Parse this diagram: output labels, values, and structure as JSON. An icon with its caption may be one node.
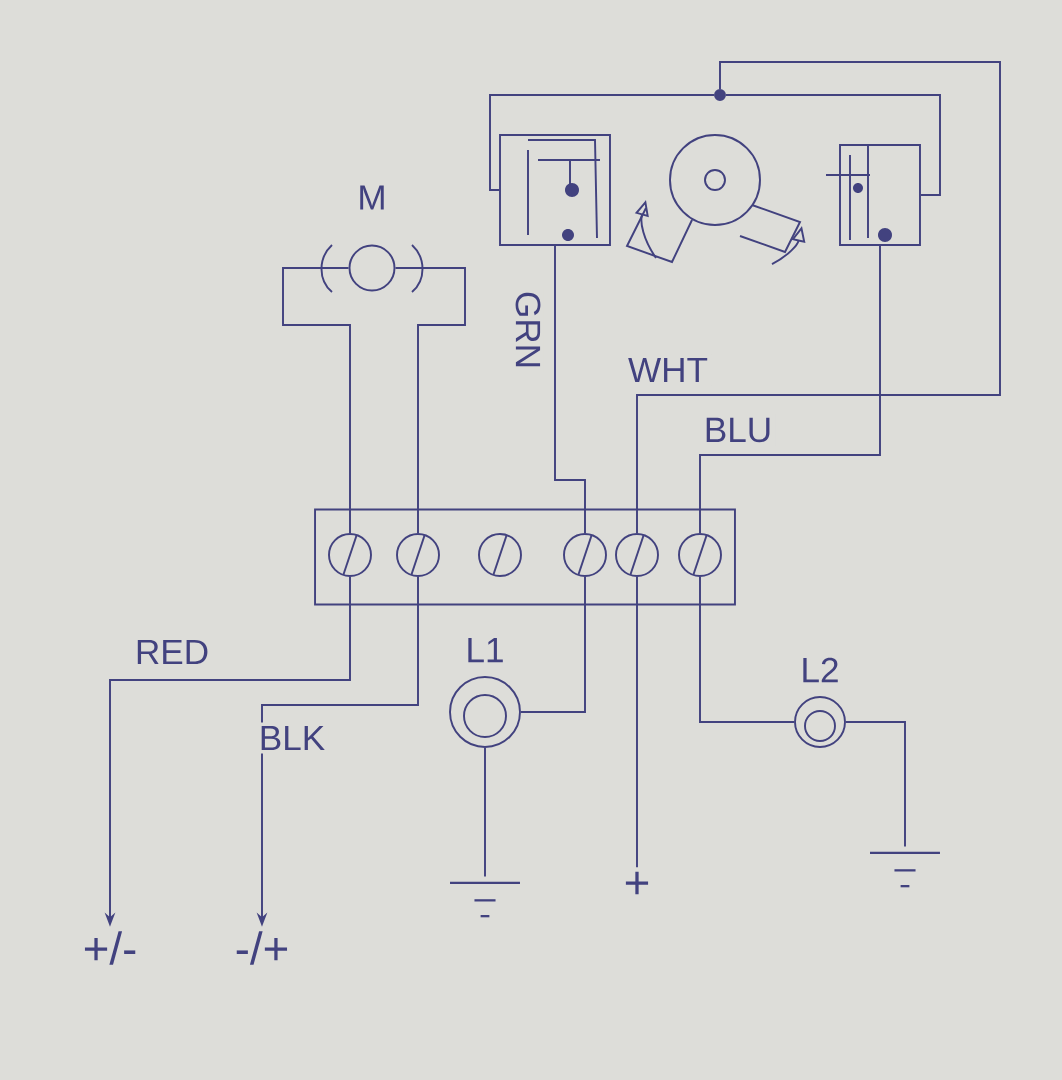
{
  "diagram": {
    "nodes": [
      {
        "text": [
          "M"
        ]
      },
      {
        "text": [],
        "shape": "box"
      },
      {
        "text": [],
        "shape": "box"
      },
      {
        "text": [],
        "shape": "circle"
      },
      {
        "text": [],
        "shape": "box"
      },
      {
        "text": [],
        "shape": "circle",
        "in": 4
      },
      {
        "text": [],
        "shape": "circle",
        "in": 4
      },
      {
        "text": [],
        "shape": "circle",
        "in": 4
      },
      {
        "text": [],
        "shape": "circle",
        "in": 4
      },
      {
        "text": [],
        "shape": "circle",
        "in": 4
      },
      {
        "text": [],
        "shape": "circle",
        "in": 4
      },
      {
        "text": [
          "+/-"
        ]
      },
      {
        "text": [
          "-/+"
        ]
      },
      {
        "text": [
          "L1"
        ]
      },
      {
        "text": [
          "L2"
        ]
      },
      {
        "text": [],
        "shape": "ground"
      },
      {
        "text": [
          "+"
        ]
      },
      {
        "text": [],
        "shape": "ground"
      }
    ],
    "edges": [
      {
        "from": 0,
        "to": 5,
        "arrow": "none"
      },
      {
        "from": 0,
        "to": 6,
        "arrow": "none"
      },
      {
        "from": 1,
        "to": 8,
        "arrow": "none",
        "label": "GRN"
      },
      {
        "from": 3,
        "to": 1,
        "arrow": "none"
      },
      {
        "from": 3,
        "to": 2,
        "arrow": "none"
      },
      {
        "from": 3,
        "to": 9,
        "arrow": "none",
        "label": "WHT"
      },
      {
        "from": 2,
        "to": 10,
        "arrow": "none",
        "label": "BLU"
      },
      {
        "from": 5,
        "to": 11,
        "arrow": "to",
        "label": "RED"
      },
      {
        "from": 6,
        "to": 12,
        "arrow": "to",
        "label": "BLK"
      },
      {
        "from": 8,
        "to": 13,
        "arrow": "none"
      },
      {
        "from": 13,
        "to": 15,
        "arrow": "none"
      },
      {
        "from": 9,
        "to": 16,
        "arrow": "none"
      },
      {
        "from": 10,
        "to": 14,
        "arrow": "none"
      },
      {
        "from": 14,
        "to": 17,
        "arrow": "none"
      }
    ]
  }
}
